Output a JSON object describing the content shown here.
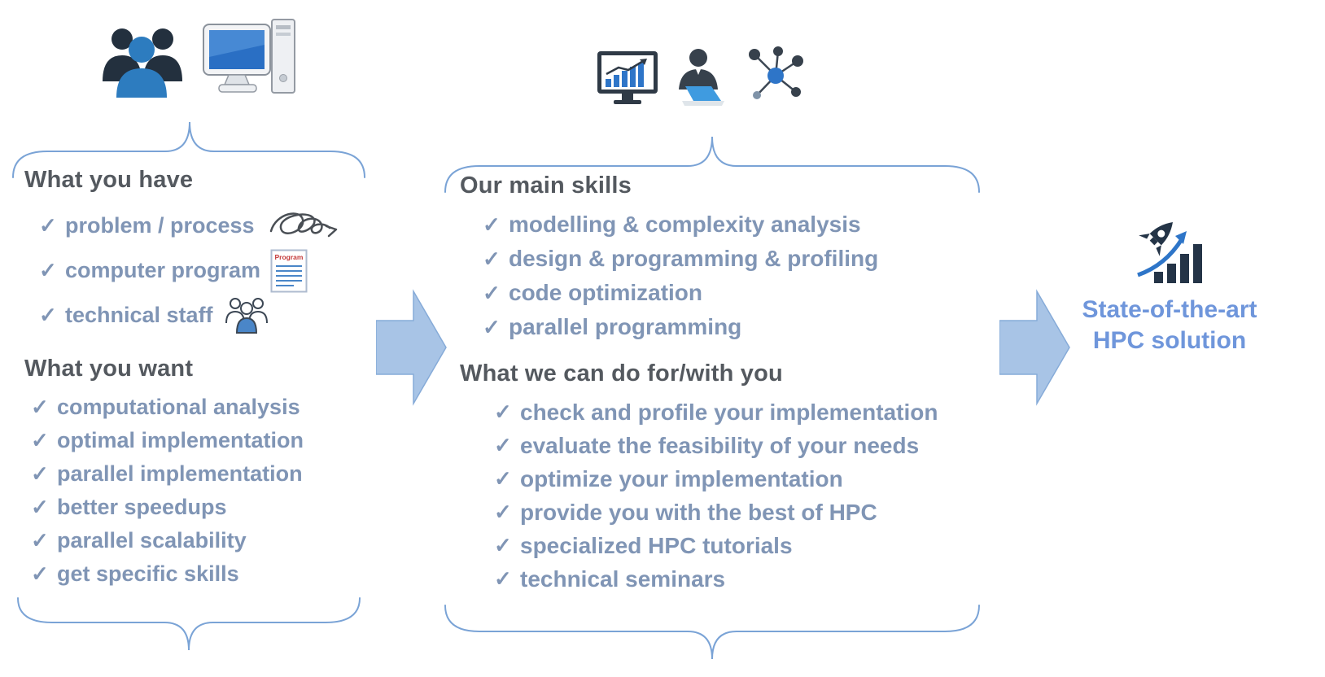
{
  "glyphs": {
    "check": "✓"
  },
  "left_panel": {
    "have": {
      "heading": "What you have",
      "items": [
        "problem / process",
        "computer program",
        "technical staff"
      ]
    },
    "want": {
      "heading": "What you want",
      "items": [
        "computational analysis",
        "optimal implementation",
        "parallel implementation",
        "better speedups",
        "parallel scalability",
        "get specific skills"
      ]
    }
  },
  "middle_panel": {
    "skills": {
      "heading": "Our main skills",
      "items": [
        "modelling & complexity analysis",
        "design & programming & profiling",
        "code optimization",
        "parallel programming"
      ]
    },
    "offers": {
      "heading": "What we can do for/with you",
      "items": [
        "check and profile your implementation",
        "evaluate the feasibility of your needs",
        "optimize your implementation",
        "provide you with the best of HPC",
        "specialized HPC tutorials",
        "technical seminars"
      ]
    }
  },
  "result": {
    "line1": "State-of-the-art",
    "line2": "HPC solution"
  },
  "program_icon_label": "Program",
  "icons": {
    "left_top": [
      "users-icon",
      "desktop-computer-icon"
    ],
    "left_inline": [
      "scribble-icon",
      "program-document-icon",
      "staff-icon"
    ],
    "middle_top": [
      "analytics-monitor-icon",
      "consultant-laptop-icon",
      "network-icon"
    ],
    "result": "rocket-growth-chart-icon"
  },
  "colors": {
    "heading_text": "#54595f",
    "item_text": "#8095b5",
    "accent_blue": "#6f96db",
    "brace": "#7aa3d6",
    "arrow_fill": "#a8c4e6",
    "icon_dark": "#2a3543",
    "icon_blue": "#2e75c8"
  }
}
